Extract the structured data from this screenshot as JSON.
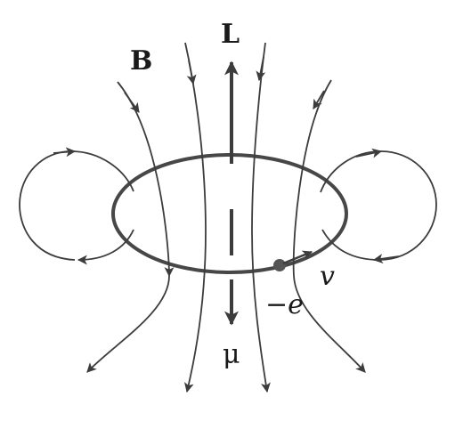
{
  "labels": {
    "magnetic_field": "B",
    "angular_momentum": "L",
    "magnetic_moment": "μ",
    "velocity": "v",
    "electron_charge": "−e"
  },
  "colors": {
    "ink": "#3c3c3c",
    "loop": "#474747",
    "electron": "#555555",
    "background": "#ffffff"
  }
}
